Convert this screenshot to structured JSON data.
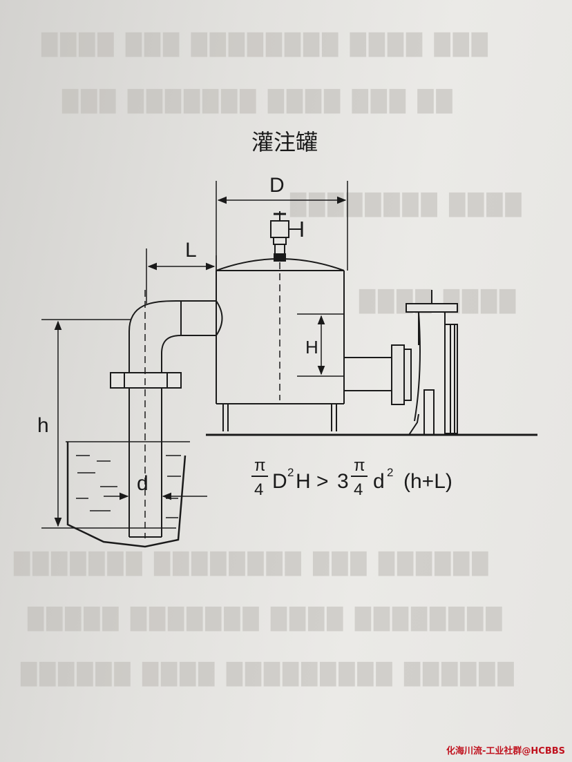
{
  "diagram": {
    "title": "灌注罐",
    "labels": {
      "D": "D",
      "L": "L",
      "H": "H",
      "h": "h",
      "d": "d"
    },
    "formula": {
      "pi": "π",
      "four": "4",
      "left_var1": "D",
      "sup2": "2",
      "left_var2": "H",
      "gt": ">",
      "coef": "3",
      "right_var": "d",
      "tail": "(h+L)"
    }
  },
  "watermark": "化海川流-工业社群@HCBBS"
}
